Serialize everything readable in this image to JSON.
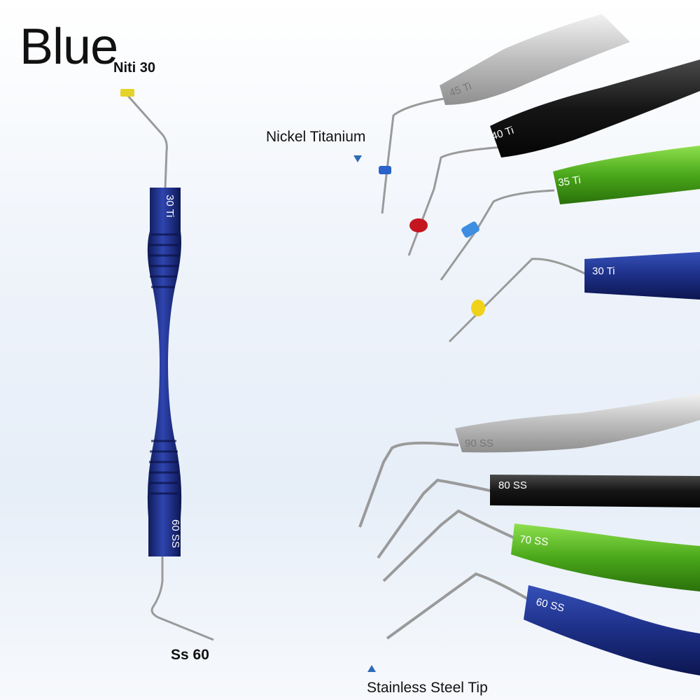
{
  "title": "Blue",
  "labels": {
    "niti": "Niti 30",
    "ss": "Ss 60",
    "nickel": "Nickel Titanium",
    "stainless": "Stainless Steel Tip"
  },
  "main_instrument": {
    "top_mark": "30 Ti",
    "bottom_mark": "60 SS",
    "color": "#1e2f86",
    "stop_color": "#e5d22a"
  },
  "niti_tools": [
    {
      "mark": "45 Ti",
      "color": "#c8c8c8",
      "stop": "#2a63c9"
    },
    {
      "mark": "40 Ti",
      "color": "#1a1a1a",
      "stop": "#c5161f"
    },
    {
      "mark": "35 Ti",
      "color": "#4fae1c",
      "stop": "#3d8ee0"
    },
    {
      "mark": "30 Ti",
      "color": "#1e3a96",
      "stop": "#efd219"
    }
  ],
  "ss_tools": [
    {
      "mark": "90 SS",
      "color": "#c8c8c8"
    },
    {
      "mark": "80 SS",
      "color": "#1a1a1a"
    },
    {
      "mark": "70 SS",
      "color": "#4fae1c"
    },
    {
      "mark": "60 SS",
      "color": "#1e3a96"
    }
  ],
  "marker_color": "#2f6ab8"
}
